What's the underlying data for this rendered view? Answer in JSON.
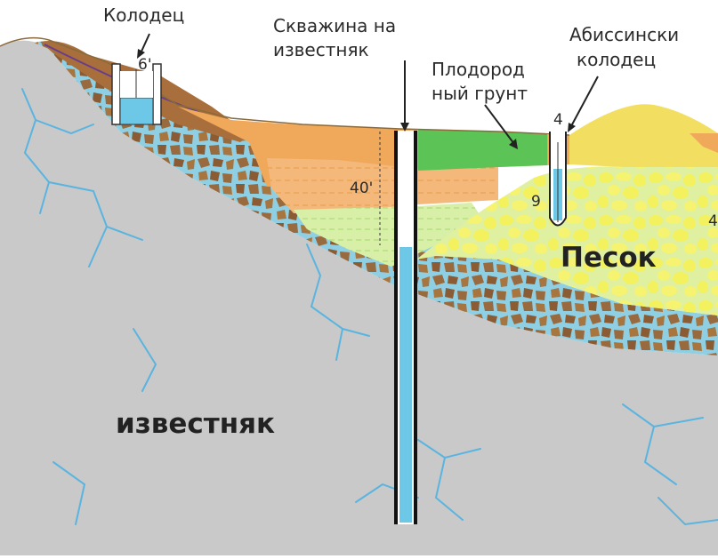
{
  "labels": {
    "well": "Колодец",
    "borehole_line1": "Скважина на",
    "borehole_line2": "известняк",
    "fertile_line1": "Плодород",
    "fertile_line2": "ный грунт",
    "abyssinian_line1": "Абиссински",
    "abyssinian_line2": "колодец",
    "sand": "Песок",
    "limestone": "известняк"
  },
  "depths": {
    "well": "6'",
    "borehole": "40'",
    "abyssinian_top": "4",
    "abyssinian_side": "9",
    "right_edge": "4"
  },
  "colors": {
    "limestone": "#c9c9c9",
    "water": "#6cc8e6",
    "cracks": "#5ab4e0",
    "gravel": "#9a6a3f",
    "gravel_fill": "#8fcfe4",
    "sand": "#e9f08a",
    "sand_blob": "#f3f25e",
    "fertile": "#5cc457",
    "orange": "#f0a95a",
    "dark_soil": "#a86f3c",
    "dune": "#f2df61",
    "pipe": "#111111"
  }
}
